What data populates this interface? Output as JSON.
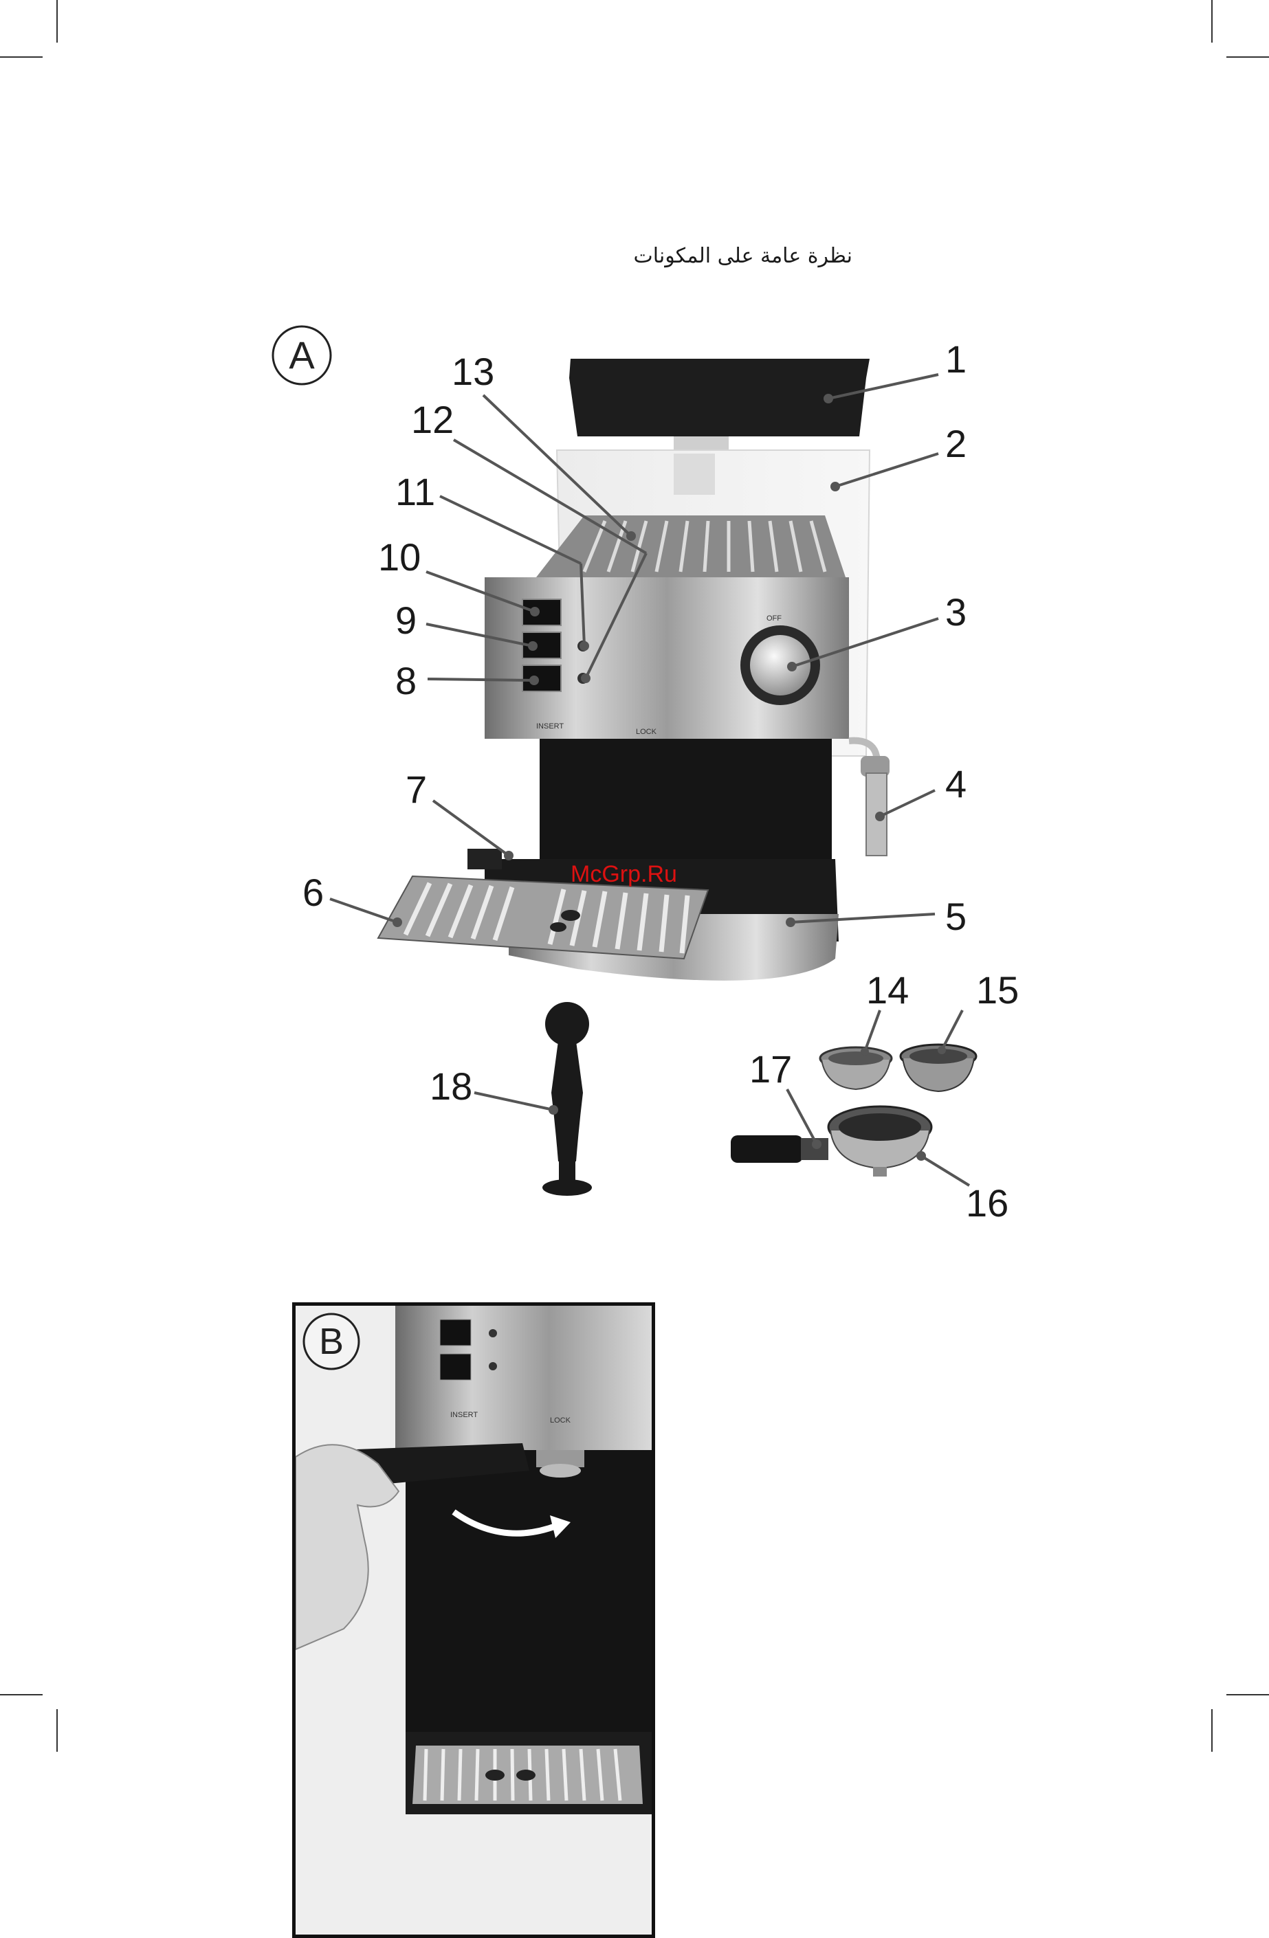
{
  "page": {
    "title": "نظرة عامة على المكونات"
  },
  "figure_a": {
    "label": "A",
    "callouts": [
      "1",
      "2",
      "3",
      "4",
      "5",
      "6",
      "7",
      "8",
      "9",
      "10",
      "11",
      "12",
      "13",
      "14",
      "15",
      "16",
      "17",
      "18"
    ],
    "panel_texts": {
      "insert": "INSERT",
      "lock": "LOCK",
      "off": "OFF"
    },
    "watermark": "McGrp.Ru"
  },
  "figure_b": {
    "label": "B",
    "panel_texts": {
      "insert": "INSERT",
      "lock": "LOCK"
    }
  }
}
